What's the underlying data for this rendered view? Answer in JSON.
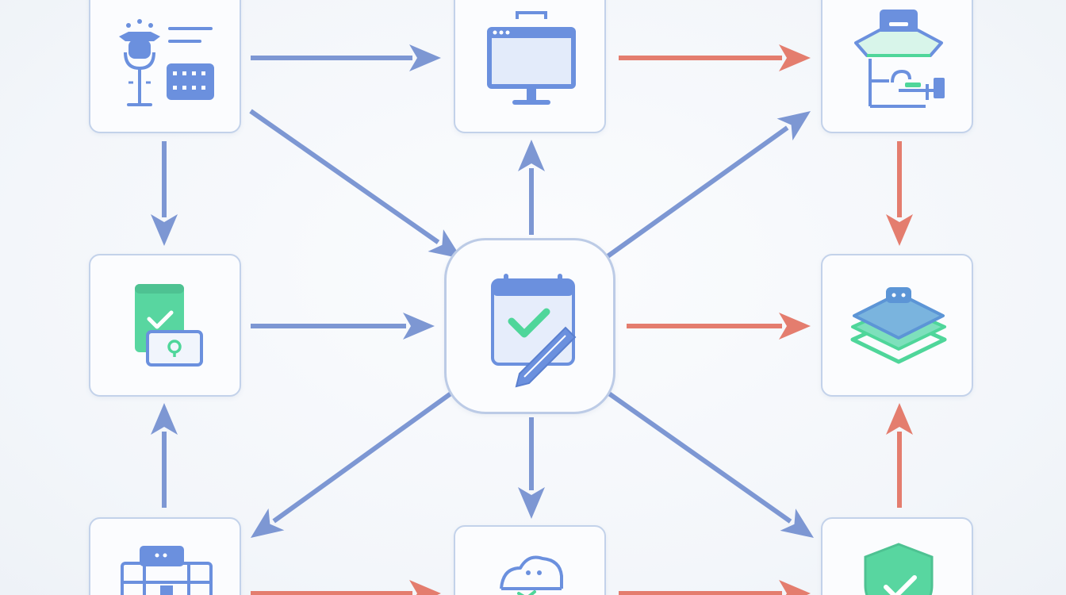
{
  "diagram": {
    "type": "flow",
    "colors": {
      "blue_flow": "#7d97d3",
      "red_flow": "#e47d6e",
      "node_border": "#c3d2ea",
      "icon_blue": "#6b90de",
      "icon_green": "#4fd69a",
      "background": "#f6f8fb"
    },
    "nodes": [
      {
        "id": "n1",
        "icon": "voice-assistant-settings-icon"
      },
      {
        "id": "n2",
        "icon": "monitor-window-icon"
      },
      {
        "id": "n3",
        "icon": "packaging-station-icon"
      },
      {
        "id": "n4",
        "icon": "mobile-location-check-icon"
      },
      {
        "id": "hub",
        "icon": "calendar-check-edit-icon"
      },
      {
        "id": "n6",
        "icon": "layer-stack-icon"
      },
      {
        "id": "n7",
        "icon": "building-grid-icon"
      },
      {
        "id": "n8",
        "icon": "cloud-robot-icon"
      },
      {
        "id": "n9",
        "icon": "shield-check-icon"
      }
    ],
    "edges": [
      {
        "from": "n1",
        "to": "n2",
        "color": "blue"
      },
      {
        "from": "n2",
        "to": "n3",
        "color": "red"
      },
      {
        "from": "n1",
        "to": "n4",
        "color": "blue"
      },
      {
        "from": "n1",
        "to": "hub",
        "color": "blue"
      },
      {
        "from": "hub",
        "to": "n2",
        "color": "blue"
      },
      {
        "from": "hub",
        "to": "n3",
        "color": "blue"
      },
      {
        "from": "n3",
        "to": "n6",
        "color": "red"
      },
      {
        "from": "n4",
        "to": "hub",
        "color": "blue"
      },
      {
        "from": "hub",
        "to": "n6",
        "color": "red"
      },
      {
        "from": "n7",
        "to": "n4",
        "color": "blue"
      },
      {
        "from": "hub",
        "to": "n7",
        "color": "blue"
      },
      {
        "from": "hub",
        "to": "n8",
        "color": "blue"
      },
      {
        "from": "hub",
        "to": "n9",
        "color": "blue"
      },
      {
        "from": "n9",
        "to": "n6",
        "color": "red"
      },
      {
        "from": "n7",
        "to": "n8",
        "color": "red"
      },
      {
        "from": "n8",
        "to": "n9",
        "color": "red"
      }
    ]
  }
}
